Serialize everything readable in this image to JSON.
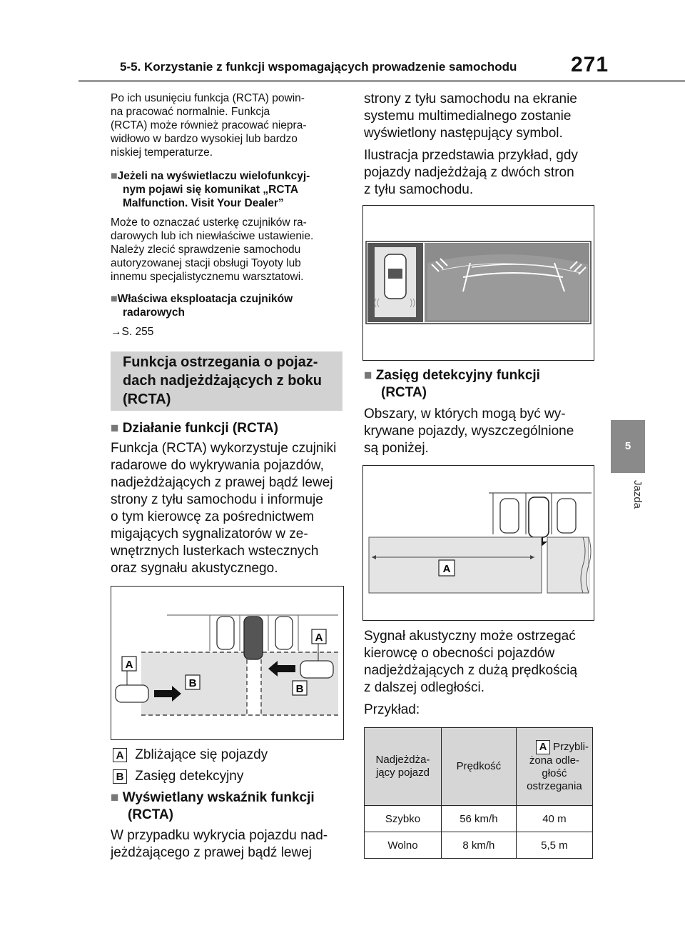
{
  "header": {
    "title": "5-5. Korzystanie z funkcji wspomagających prowadzenie samochodu",
    "page_number": "271"
  },
  "side_tab": {
    "number": "5",
    "label": "Jazda"
  },
  "left": {
    "intro": [
      "Po ich usunięciu funkcja (RCTA) powin-",
      "na pracować normalnie. Funkcja",
      "(RCTA) może również pracować niepra-",
      "widłowo w bardzo wysokiej lub bardzo",
      "niskiej temperaturze."
    ],
    "h1": [
      "Jeżeli na wyświetlaczu wielofunkcyj-",
      "nym pojawi się komunikat „RCTA",
      "Malfunction. Visit Your Dealer”"
    ],
    "p1": [
      "Może to oznaczać usterkę czujników ra-",
      "darowych lub ich niewłaściwe ustawienie.",
      "Należy zlecić sprawdzenie samochodu",
      "autoryzowanej stacji obsługi Toyoty lub",
      "innemu specjalistycznemu warsztatowi."
    ],
    "h2": [
      "Właściwa eksploatacja czujników",
      "radarowych"
    ],
    "ref_arrow": "→",
    "ref": "S. 255",
    "section_title": [
      "Funkcja ostrzegania o pojaz-",
      "dach nadjeżdżających z boku",
      "(RCTA)"
    ],
    "h3": "Działanie funkcji (RCTA)",
    "p2": [
      "Funkcja (RCTA) wykorzystuje czujniki",
      "radarowe do wykrywania pojazdów,",
      "nadjeżdżających z prawej bądź lewej",
      "strony z tyłu samochodu i informuje",
      "o tym kierowcę za pośrednictwem",
      "migających sygnalizatorów w ze-",
      "wnętrznych lusterkach wstecznych",
      "oraz sygnału akustycznego."
    ],
    "legend": [
      {
        "key": "A",
        "text": "Zbliżające się pojazdy"
      },
      {
        "key": "B",
        "text": "Zasięg detekcyjny"
      }
    ],
    "h4": [
      "Wyświetlany wskaźnik funkcji",
      "(RCTA)"
    ],
    "p3": [
      "W przypadku wykrycia pojazdu nad-",
      "jeżdżającego z prawej bądź lewej"
    ]
  },
  "right": {
    "p1": [
      "strony z tyłu samochodu na ekranie",
      "systemu multimedialnego zostanie",
      "wyświetlony następujący symbol."
    ],
    "p2": [
      "Ilustracja przedstawia przykład, gdy",
      "pojazdy nadjeżdżają z dwóch stron",
      "z tyłu samochodu."
    ],
    "h1": [
      "Zasięg detekcyjny funkcji",
      "(RCTA)"
    ],
    "p3": [
      "Obszary, w których mogą być wy-",
      "krywane pojazdy, wyszczególnione",
      "są poniżej."
    ],
    "p4": [
      "Sygnał akustyczny może ostrzegać",
      "kierowcę o obecności pojazdów",
      "nadjeżdżających z dużą prędkością",
      "z dalszej odległości."
    ],
    "p5": "Przykład:"
  },
  "figure_labels": {
    "A": "A",
    "B": "B"
  },
  "table": {
    "headers": [
      "Nadjeżdża-\njący pojazd",
      "Prędkość",
      "Przybli-\nżona odle-\ngłość\nostrzegania"
    ],
    "header_key": "A",
    "rows": [
      [
        "Szybko",
        "56 km/h",
        "40 m"
      ],
      [
        "Wolno",
        "8 km/h",
        "5,5 m"
      ]
    ]
  },
  "square_glyph": "■"
}
